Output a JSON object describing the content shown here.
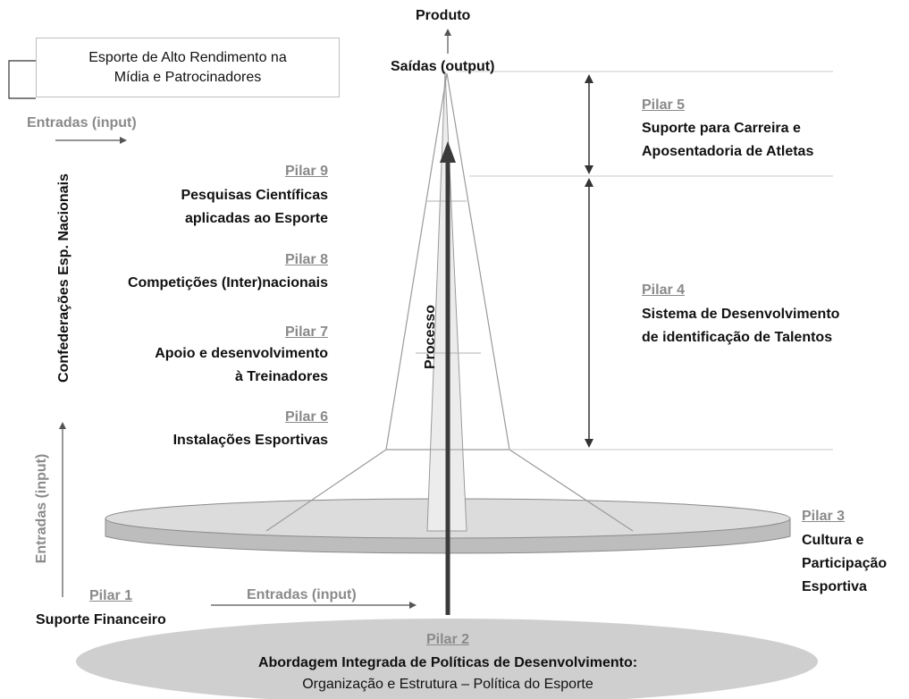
{
  "top": {
    "product": "Produto",
    "outputs": "Saídas (output)"
  },
  "media_box": {
    "line1": "Esporte de Alto Rendimento na",
    "line2": "Mídia e Patrocinadores"
  },
  "inputs": {
    "top": "Entradas (input)",
    "left_vertical": "Entradas (input)",
    "bottom": "Entradas (input)"
  },
  "confederations": "Confederações Esp. Nacionais",
  "process": "Processo",
  "pillars": {
    "p1": {
      "label": "Pilar 1",
      "title": "Suporte Financeiro"
    },
    "p2": {
      "label": "Pilar 2",
      "title": "Abordagem Integrada de Políticas de Desenvolvimento:",
      "subtitle": "Organização e Estrutura – Política do Esporte"
    },
    "p3": {
      "label": "Pilar 3",
      "line1": "Cultura e",
      "line2": "Participação",
      "line3": "Esportiva"
    },
    "p4": {
      "label": "Pilar 4",
      "line1": "Sistema de Desenvolvimento",
      "line2": "de identificação de Talentos"
    },
    "p5": {
      "label": "Pilar 5",
      "line1": "Suporte para Carreira e",
      "line2": "Aposentadoria de Atletas"
    },
    "p6": {
      "label": "Pilar 6",
      "title": "Instalações Esportivas"
    },
    "p7": {
      "label": "Pilar 7",
      "line1": "Apoio e desenvolvimento",
      "line2": "à Treinadores"
    },
    "p8": {
      "label": "Pilar 8",
      "title": "Competições (Inter)nacionais"
    },
    "p9": {
      "label": "Pilar 9",
      "line1": "Pesquisas Científicas",
      "line2": "aplicadas ao Esporte"
    }
  },
  "colors": {
    "gray_text": "#8a8a8a",
    "ellipse": "#c8c8c8",
    "line": "#9a9a9a",
    "arrow": "#333333"
  }
}
